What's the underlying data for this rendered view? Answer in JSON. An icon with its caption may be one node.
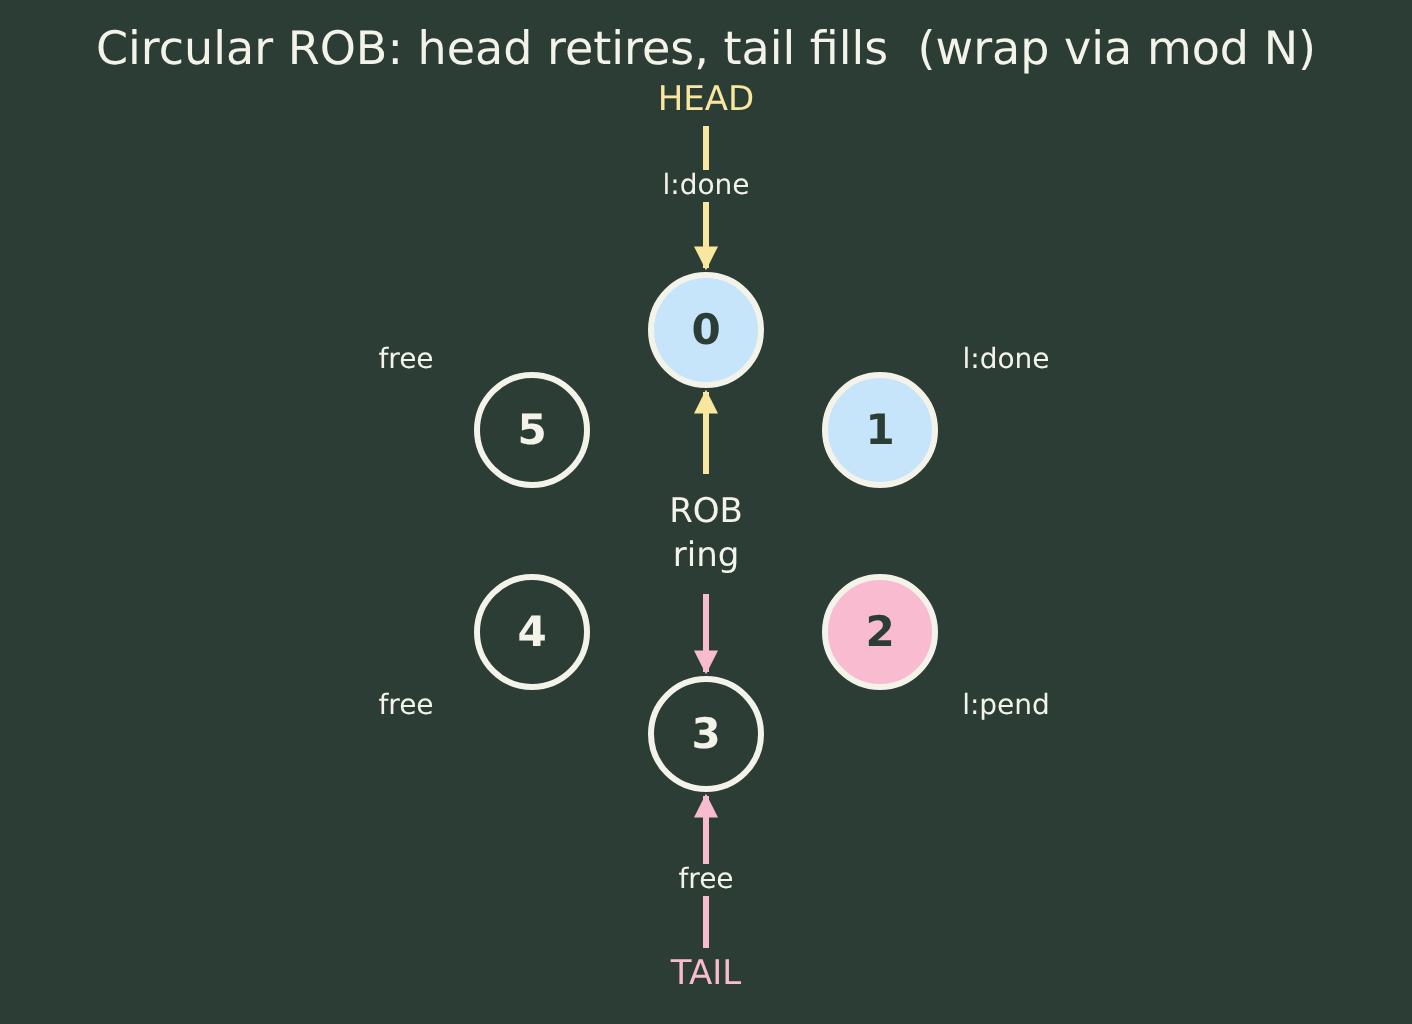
{
  "diagram": {
    "title": "Circular ROB: head retires, tail fills  (wrap via mod N)",
    "nodes": [
      {
        "text": [
          "HEAD"
        ]
      },
      {
        "text": [
          "0"
        ],
        "beside": [
          "l:done"
        ]
      },
      {
        "text": [
          "5"
        ],
        "beside": [
          "free"
        ]
      },
      {
        "text": [
          "1"
        ],
        "beside": [
          "l:done"
        ]
      },
      {
        "text": [
          "ROB ring"
        ]
      },
      {
        "text": [
          "4"
        ],
        "beside": [
          "free"
        ]
      },
      {
        "text": [
          "2"
        ],
        "beside": [
          "l:pend"
        ]
      },
      {
        "text": [
          "3"
        ],
        "beside": [
          "free"
        ]
      },
      {
        "text": [
          "TAIL"
        ]
      }
    ],
    "edges": [
      {
        "from": 0,
        "to": 1,
        "arrow": "to",
        "color": "#f9e79f"
      },
      {
        "from": 4,
        "to": 1,
        "arrow": "to",
        "color": "#f9e79f"
      },
      {
        "from": 4,
        "to": 7,
        "arrow": "to",
        "color": "#f8bbd0"
      },
      {
        "from": 8,
        "to": 7,
        "arrow": "to",
        "color": "#f8bbd0"
      }
    ]
  }
}
